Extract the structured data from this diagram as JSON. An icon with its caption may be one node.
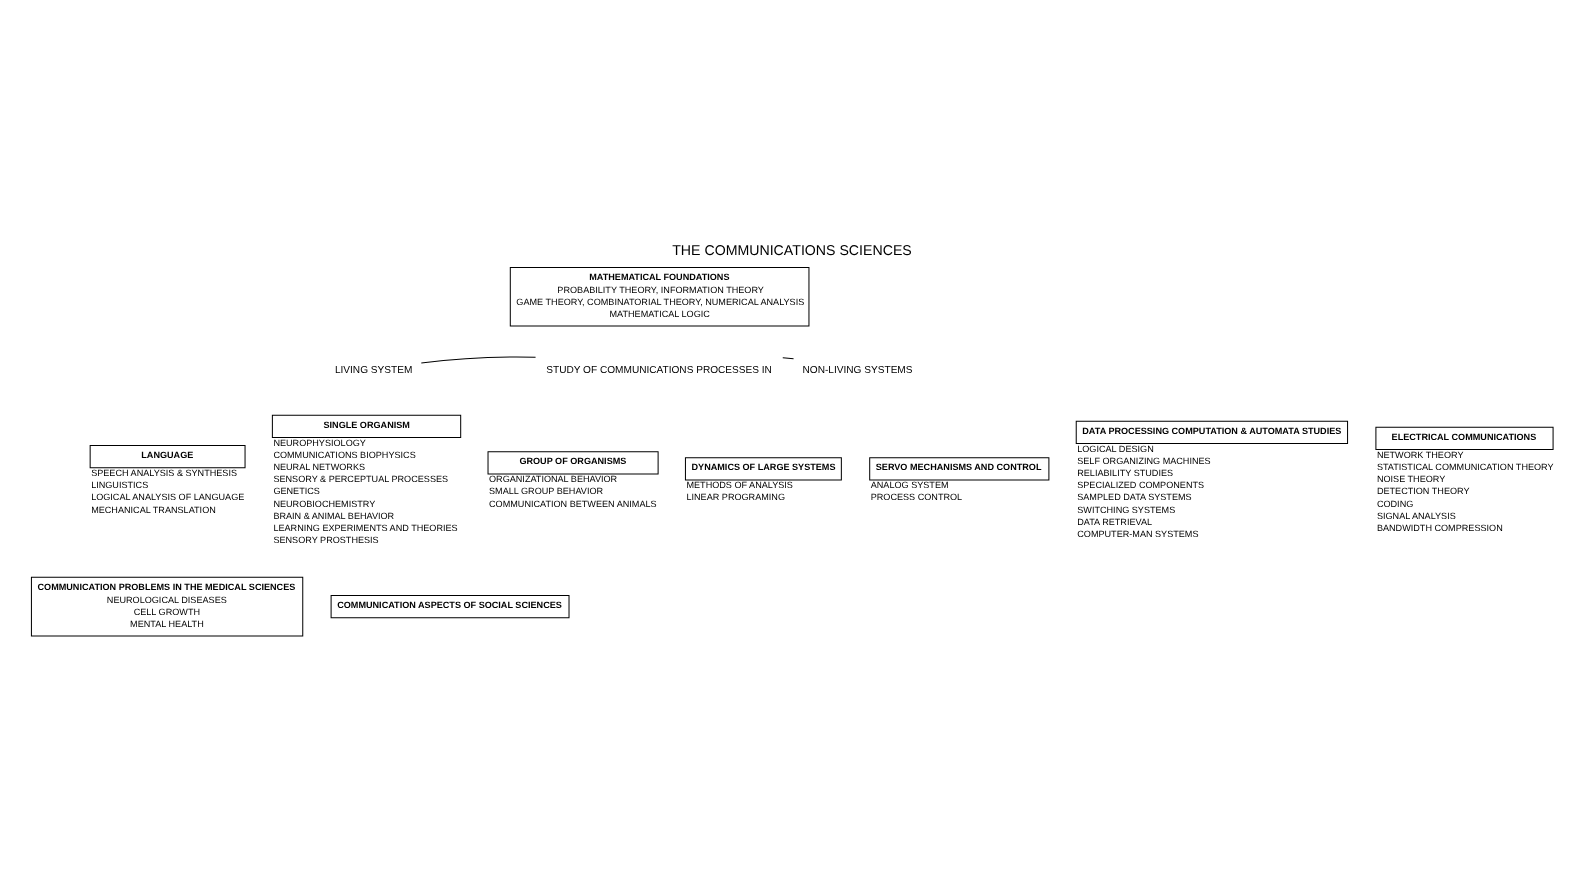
{
  "diagram": {
    "title": "THE COMMUNICATIONS SCIENCES",
    "nodes": [
      {
        "text": [
          "MATHEMATICAL FOUNDATIONS",
          "PROBABILITY THEORY, INFORMATION THEORY",
          "GAME THEORY, COMBINATORIAL THEORY, NUMERICAL ANALYSIS",
          "MATHEMATICAL LOGIC"
        ]
      },
      {
        "text": [
          "LIVING SYSTEM"
        ]
      },
      {
        "text": [
          "STUDY OF COMMUNICATIONS PROCESSES IN"
        ]
      },
      {
        "text": [
          "NON-LIVING SYSTEMS"
        ]
      },
      {
        "text": [
          "LANGUAGE"
        ],
        "beside": [
          "SPEECH ANALYSIS & SYNTHESIS",
          "LINGUISTICS",
          "LOGICAL ANALYSIS OF LANGUAGE",
          "MECHANICAL TRANSLATION"
        ]
      },
      {
        "text": [
          "SINGLE ORGANISM"
        ],
        "beside": [
          "NEUROPHYSIOLOGY",
          "COMMUNICATIONS BIOPHYSICS",
          "NEURAL NETWORKS",
          "SENSORY & PERCEPTUAL PROCESSES",
          "GENETICS",
          "NEUROBIOCHEMISTRY",
          "BRAIN & ANIMAL BEHAVIOR",
          "LEARNING EXPERIMENTS AND THEORIES",
          "SENSORY PROSTHESIS"
        ]
      },
      {
        "text": [
          "GROUP OF ORGANISMS"
        ],
        "beside": [
          "ORGANIZATIONAL BEHAVIOR",
          "SMALL GROUP BEHAVIOR",
          "COMMUNICATION BETWEEN ANIMALS"
        ]
      },
      {
        "text": [
          "DYNAMICS OF LARGE SYSTEMS"
        ],
        "beside": [
          "METHODS OF ANALYSIS",
          "LINEAR PROGRAMING"
        ]
      },
      {
        "text": [
          "SERVO MECHANISMS AND CONTROL"
        ],
        "beside": [
          "ANALOG SYSTEM",
          "PROCESS CONTROL"
        ]
      },
      {
        "text": [
          "DATA PROCESSING COMPUTATION & AUTOMATA STUDIES"
        ],
        "beside": [
          "LOGICAL DESIGN",
          "SELF ORGANIZING MACHINES",
          "RELIABILITY STUDIES",
          "SPECIALIZED COMPONENTS",
          "SAMPLED DATA SYSTEMS",
          "SWITCHING SYSTEMS",
          "DATA RETRIEVAL",
          "COMPUTER-MAN SYSTEMS"
        ]
      },
      {
        "text": [
          "ELECTRICAL COMMUNICATIONS"
        ],
        "beside": [
          "NETWORK THEORY",
          "STATISTICAL COMMUNICATION THEORY",
          "NOISE THEORY",
          "DETECTION THEORY",
          "CODING",
          "SIGNAL ANALYSIS",
          "BANDWIDTH COMPRESSION"
        ]
      },
      {
        "text": [
          "COMMUNICATION PROBLEMS IN THE MEDICAL SCIENCES",
          "NEUROLOGICAL DISEASES",
          "CELL GROWTH",
          "MENTAL HEALTH"
        ]
      },
      {
        "text": [
          "COMMUNICATION ASPECTS OF SOCIAL SCIENCES"
        ]
      }
    ],
    "edges": [
      {
        "from": 2,
        "to": 1,
        "arrow": "none"
      },
      {
        "from": 2,
        "to": 3,
        "arrow": "none"
      }
    ]
  }
}
